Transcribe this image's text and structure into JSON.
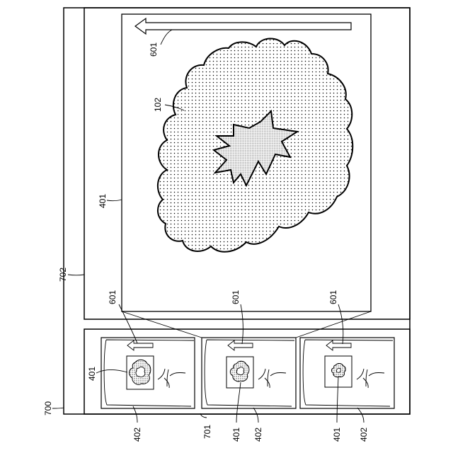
{
  "labels": {
    "ref_700": "700",
    "ref_702": "702",
    "ref_701": "701",
    "ref_601_main": "601",
    "ref_102": "102",
    "ref_401_main": "401",
    "thumbs": [
      {
        "ref_601": "601",
        "ref_401": "401",
        "ref_402": "402"
      },
      {
        "ref_601": "601",
        "ref_401": "401",
        "ref_402": "402"
      },
      {
        "ref_601": "601",
        "ref_401": "401",
        "ref_402": "402"
      }
    ]
  }
}
